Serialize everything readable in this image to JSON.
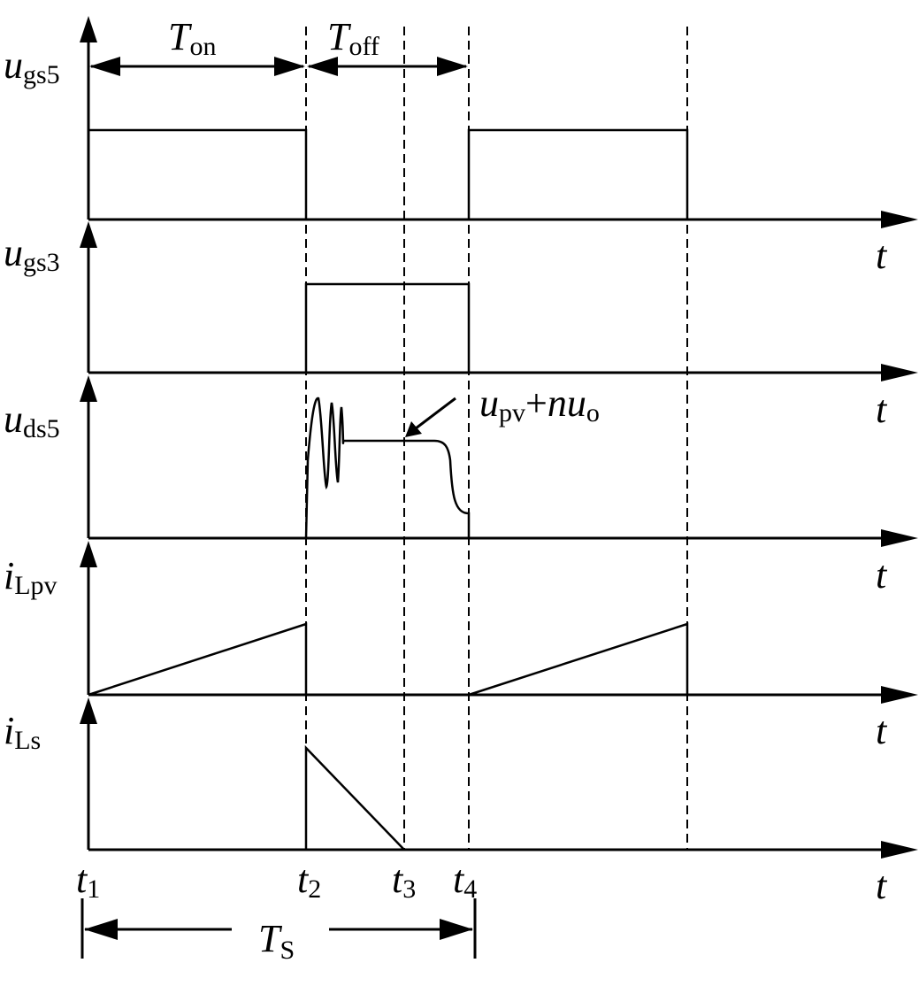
{
  "diagram": {
    "channels": [
      {
        "id": "ugs5",
        "symbol": "u",
        "subscript": "gs5"
      },
      {
        "id": "ugs3",
        "symbol": "u",
        "subscript": "gs3"
      },
      {
        "id": "uds5",
        "symbol": "u",
        "subscript": "ds5"
      },
      {
        "id": "iLpv",
        "symbol": "i",
        "subscript": "Lpv"
      },
      {
        "id": "iLs",
        "symbol": "i",
        "subscript": "Ls"
      }
    ],
    "time_axis_label": "t",
    "time_markers": [
      {
        "symbol": "t",
        "subscript": "1"
      },
      {
        "symbol": "t",
        "subscript": "2"
      },
      {
        "symbol": "t",
        "subscript": "3"
      },
      {
        "symbol": "t",
        "subscript": "4"
      }
    ],
    "intervals": {
      "ton": {
        "symbol": "T",
        "subscript": "on"
      },
      "toff": {
        "symbol": "T",
        "subscript": "off"
      },
      "ts": {
        "symbol": "T",
        "subscript": "S"
      }
    },
    "annotation": {
      "part1_symbol": "u",
      "part1_sub": "pv",
      "plus": "+",
      "part2_symbol": "n",
      "part3_symbol": "u",
      "part3_sub": "o"
    }
  }
}
